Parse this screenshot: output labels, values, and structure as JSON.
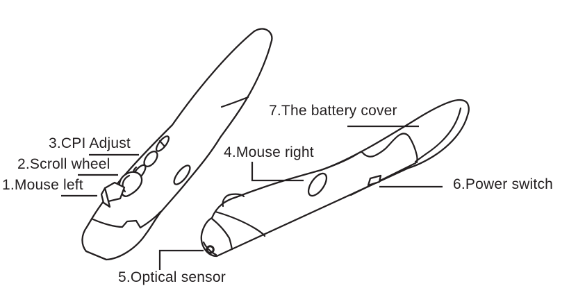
{
  "diagram": {
    "subject": "pen-style mouse parts diagram, two angled line-art views",
    "ink_color": "#231f20",
    "background_color": "#ffffff",
    "labels": {
      "mouse_left": "1.Mouse left",
      "scroll_wheel": "2.Scroll wheel",
      "cpi_adjust": "3.CPI Adjust",
      "mouse_right": "4.Mouse right",
      "optical_sensor": "5.Optical sensor",
      "power_switch": "6.Power switch",
      "battery_cover": "7.The battery cover"
    }
  }
}
